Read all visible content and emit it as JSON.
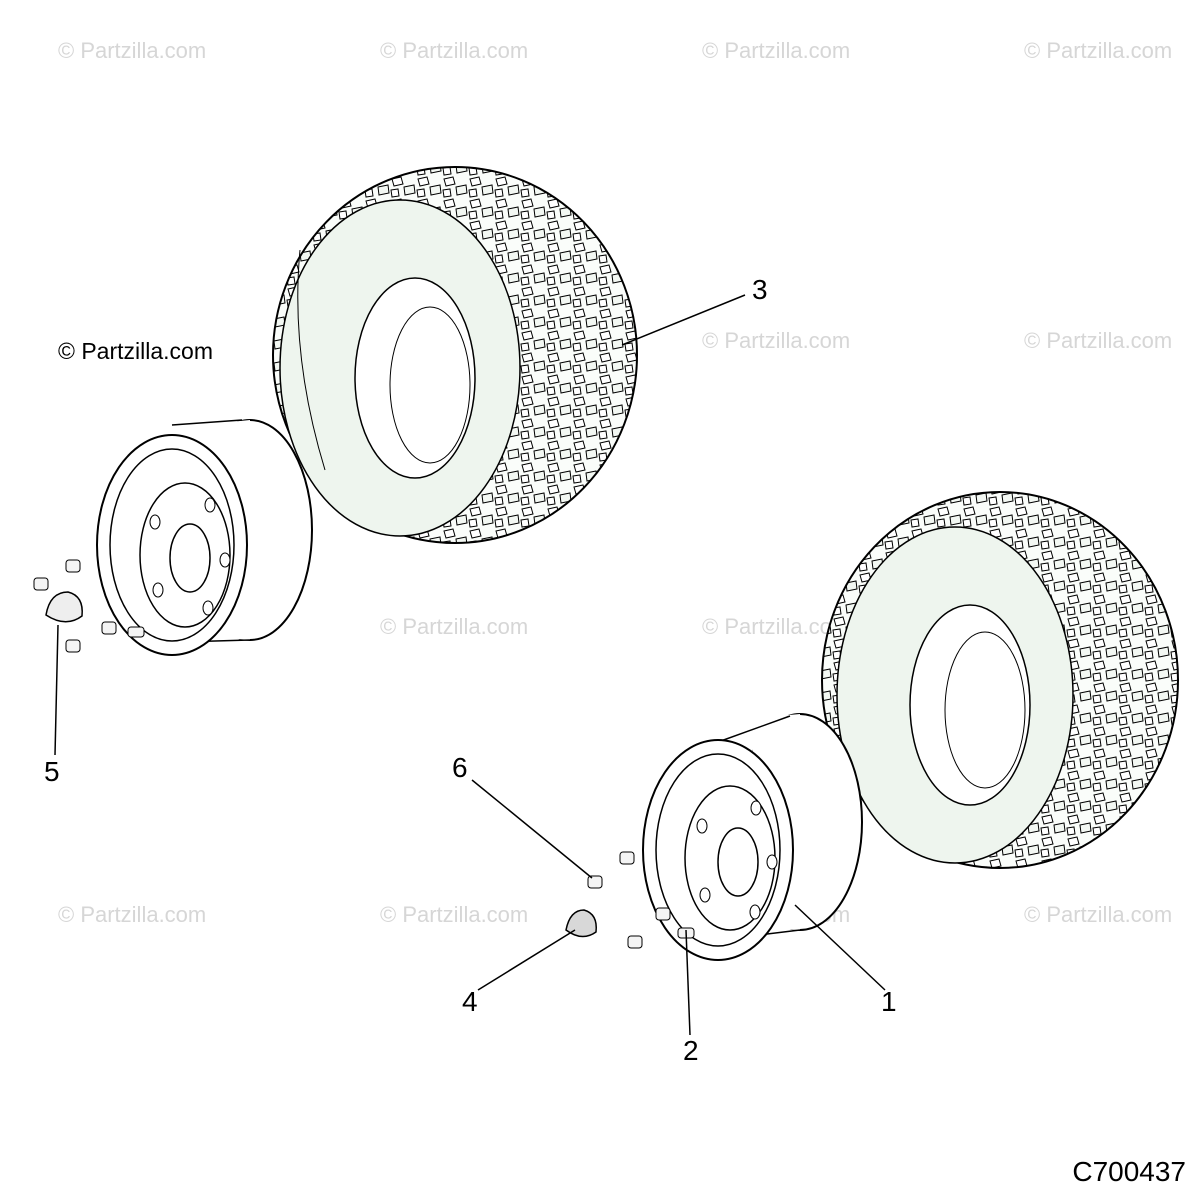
{
  "watermark": "© Partzilla.com",
  "copyright": "© Partzilla.com",
  "drawing_code": "C700437",
  "callouts": {
    "c1": "1",
    "c2": "2",
    "c3": "3",
    "c4": "4",
    "c5": "5",
    "c6": "6"
  },
  "parts": [
    {
      "callout": "1",
      "part": "wheel"
    },
    {
      "callout": "2",
      "part": "lug stud"
    },
    {
      "callout": "3",
      "part": "tire"
    },
    {
      "callout": "4",
      "part": "center cap"
    },
    {
      "callout": "5",
      "part": "center cap"
    },
    {
      "callout": "6",
      "part": "lug nut"
    }
  ],
  "colors": {
    "line": "#000000",
    "tire_shade": "#e4efe4",
    "watermark": "#d6d6d6"
  }
}
